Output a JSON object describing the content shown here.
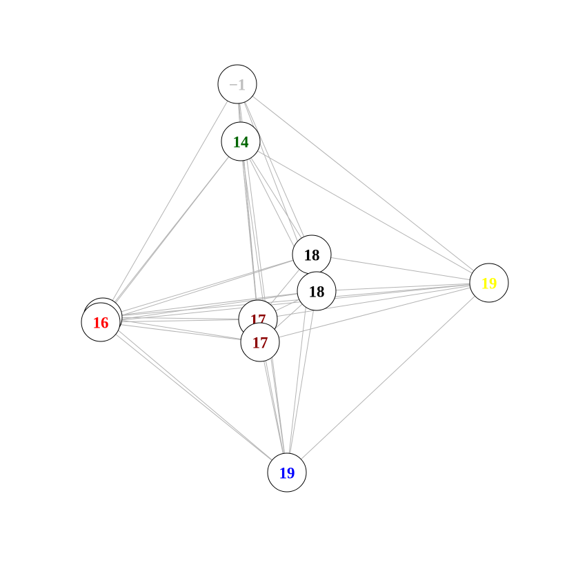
{
  "graph": {
    "nodes": [
      {
        "id": "n_m1",
        "label": "−1",
        "color": "#bebebe"
      },
      {
        "id": "n_14",
        "label": "14",
        "color": "#006400"
      },
      {
        "id": "n_18a",
        "label": "18",
        "color": "#000000"
      },
      {
        "id": "n_18b",
        "label": "18",
        "color": "#000000"
      },
      {
        "id": "n_19y",
        "label": "19",
        "color": "#ffff00"
      },
      {
        "id": "n_16a",
        "label": "16",
        "color": "#ff0000"
      },
      {
        "id": "n_16b",
        "label": "16",
        "color": "#ff0000"
      },
      {
        "id": "n_17a",
        "label": "17",
        "color": "#8b0000"
      },
      {
        "id": "n_17b",
        "label": "17",
        "color": "#8b0000"
      },
      {
        "id": "n_19b",
        "label": "19",
        "color": "#0000ff"
      }
    ],
    "edges": [
      [
        "n_m1",
        "n_14"
      ],
      [
        "n_m1",
        "n_18a"
      ],
      [
        "n_m1",
        "n_18b"
      ],
      [
        "n_m1",
        "n_19y"
      ],
      [
        "n_m1",
        "n_16a"
      ],
      [
        "n_m1",
        "n_17a"
      ],
      [
        "n_m1",
        "n_17b"
      ],
      [
        "n_m1",
        "n_19b"
      ],
      [
        "n_14",
        "n_18a"
      ],
      [
        "n_14",
        "n_18b"
      ],
      [
        "n_14",
        "n_19y"
      ],
      [
        "n_14",
        "n_16a"
      ],
      [
        "n_14",
        "n_16b"
      ],
      [
        "n_14",
        "n_17a"
      ],
      [
        "n_14",
        "n_17b"
      ],
      [
        "n_14",
        "n_19b"
      ],
      [
        "n_18a",
        "n_19y"
      ],
      [
        "n_18a",
        "n_16a"
      ],
      [
        "n_18a",
        "n_16b"
      ],
      [
        "n_18a",
        "n_17a"
      ],
      [
        "n_18a",
        "n_19b"
      ],
      [
        "n_18b",
        "n_19y"
      ],
      [
        "n_18b",
        "n_16a"
      ],
      [
        "n_18b",
        "n_16b"
      ],
      [
        "n_18b",
        "n_17a"
      ],
      [
        "n_18b",
        "n_17b"
      ],
      [
        "n_18b",
        "n_19b"
      ],
      [
        "n_19y",
        "n_16a"
      ],
      [
        "n_19y",
        "n_16b"
      ],
      [
        "n_19y",
        "n_17a"
      ],
      [
        "n_19y",
        "n_17b"
      ],
      [
        "n_19y",
        "n_19b"
      ],
      [
        "n_16a",
        "n_17a"
      ],
      [
        "n_16a",
        "n_17b"
      ],
      [
        "n_16a",
        "n_19b"
      ],
      [
        "n_16b",
        "n_17a"
      ],
      [
        "n_16b",
        "n_17b"
      ],
      [
        "n_16b",
        "n_19b"
      ],
      [
        "n_17a",
        "n_19b"
      ],
      [
        "n_17b",
        "n_19b"
      ]
    ]
  }
}
